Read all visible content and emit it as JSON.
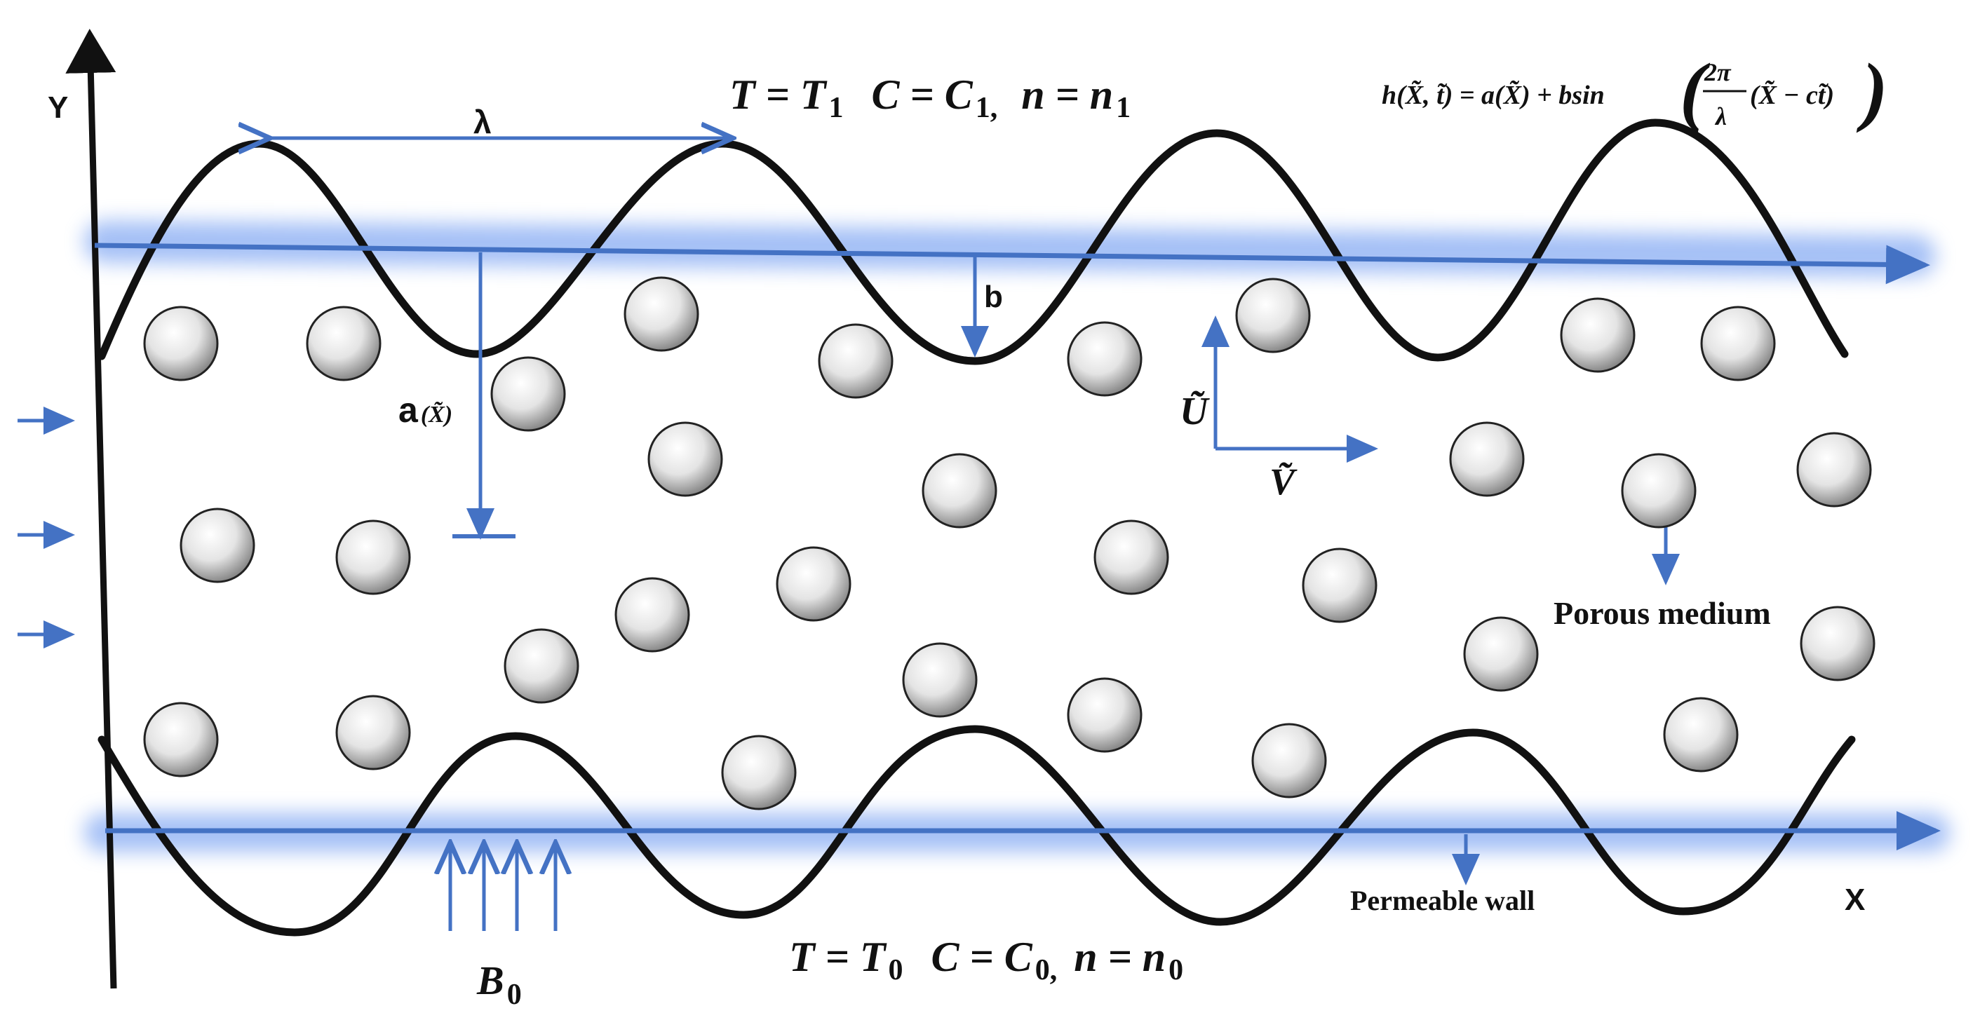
{
  "labels": {
    "y_axis": "Y",
    "x_axis": "X",
    "lambda": "λ",
    "b": "b",
    "a_main": "a",
    "a_arg": "(X̃)",
    "u_tilde": "Ũ",
    "v_tilde": "Ṽ",
    "porous_medium": "Porous medium",
    "permeable_wall": "Permeable wall",
    "b0_main": "B",
    "b0_sub": "0"
  },
  "top_condition": {
    "t": "T = T",
    "t_sub": "1",
    "c": "C = C",
    "c_sub": "1,",
    "n": "n = n",
    "n_sub": "1"
  },
  "bottom_condition": {
    "t": "T = T",
    "t_sub": "0",
    "c": "C = C",
    "c_sub": "0,",
    "n": "n = n",
    "n_sub": "0"
  },
  "equation": {
    "lhs": "h(X̃, t̃) = a(X̃) + bsin",
    "frac_num": "2π",
    "frac_den": "λ",
    "tail": "(X̃ − ct̃)"
  },
  "colors": {
    "wall": "#111111",
    "arrow_blue": "#4472c4",
    "glow": "#5b8def"
  }
}
